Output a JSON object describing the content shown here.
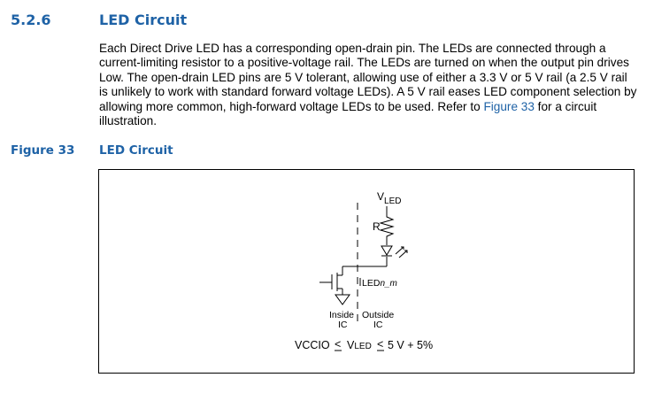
{
  "section": {
    "number": "5.2.6",
    "title": "LED Circuit"
  },
  "paragraph": {
    "before_link": "Each Direct Drive LED has a corresponding open-drain pin. The LEDs are connected through a current-limiting resistor to a positive-voltage rail. The LEDs are turned on when the output pin drives Low. The open-drain LED pins are 5 V tolerant, allowing use of either a 3.3 V or 5 V rail (a 2.5 V rail is unlikely to work with standard forward voltage LEDs). A 5 V rail eases LED component selection by allowing more common, high-forward voltage LEDs to be used. Refer to ",
    "link_text": "Figure 33",
    "after_link": " for a circuit illustration."
  },
  "figure": {
    "number": "Figure 33",
    "title": "LED Circuit",
    "labels": {
      "vled_main": "V",
      "vled_sub": "LED",
      "resistor": "R",
      "pin_main": "LED",
      "pin_sub": "n_m",
      "inside": "Inside",
      "inside_ic": "IC",
      "outside": "Outside",
      "outside_ic": "IC",
      "eq_left": "VCCIO",
      "eq_v": "V",
      "eq_led": "LED",
      "eq_right": "5 V + 5%"
    }
  },
  "colors": {
    "heading": "#1e62a6",
    "link": "#1e62a6",
    "text": "#000000"
  }
}
